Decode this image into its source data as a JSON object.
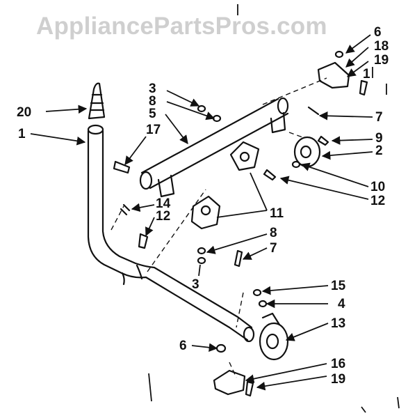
{
  "watermark": "AppliancePartsPros.com",
  "callouts": [
    {
      "key": "c6a",
      "label": "6"
    },
    {
      "key": "c18",
      "label": "18"
    },
    {
      "key": "c19a",
      "label": "19"
    },
    {
      "key": "c1a",
      "label": "1"
    },
    {
      "key": "c20",
      "label": "20"
    },
    {
      "key": "c1b",
      "label": "1"
    },
    {
      "key": "c3a",
      "label": "3"
    },
    {
      "key": "c8a",
      "label": "8"
    },
    {
      "key": "c5",
      "label": "5"
    },
    {
      "key": "c17",
      "label": "17"
    },
    {
      "key": "c7a",
      "label": "7"
    },
    {
      "key": "c9",
      "label": "9"
    },
    {
      "key": "c2",
      "label": "2"
    },
    {
      "key": "c10",
      "label": "10"
    },
    {
      "key": "c12a",
      "label": "12"
    },
    {
      "key": "c14",
      "label": "14"
    },
    {
      "key": "c12b",
      "label": "12"
    },
    {
      "key": "c11",
      "label": "11"
    },
    {
      "key": "c8b",
      "label": "8"
    },
    {
      "key": "c7b",
      "label": "7"
    },
    {
      "key": "c3b",
      "label": "3"
    },
    {
      "key": "c15",
      "label": "15"
    },
    {
      "key": "c4",
      "label": "4"
    },
    {
      "key": "c13",
      "label": "13"
    },
    {
      "key": "c6b",
      "label": "6"
    },
    {
      "key": "c16",
      "label": "16"
    },
    {
      "key": "c19b",
      "label": "19"
    }
  ]
}
